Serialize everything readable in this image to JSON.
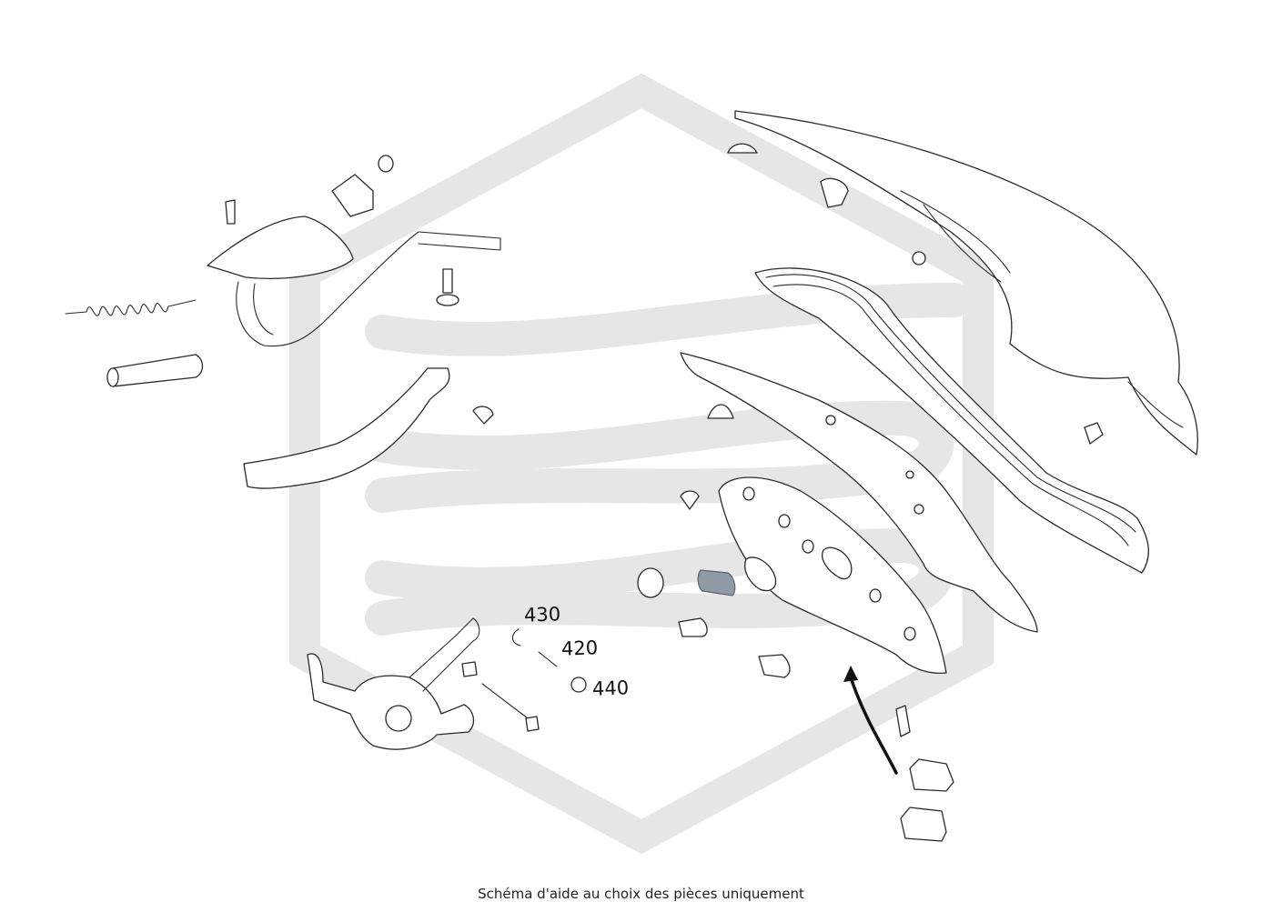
{
  "diagram": {
    "part_labels": [
      {
        "id": "430",
        "text": "430"
      },
      {
        "id": "420",
        "text": "420"
      },
      {
        "id": "440",
        "text": "440"
      }
    ],
    "caption": "Schéma d'aide au choix des pièces uniquement",
    "colors": {
      "line": "#2a2a2a",
      "watermark": "#e6e6e6",
      "highlight_part": "#8f9aa6",
      "background": "#ffffff"
    },
    "icons": [
      "watermark-logo",
      "direction-arrow"
    ]
  }
}
